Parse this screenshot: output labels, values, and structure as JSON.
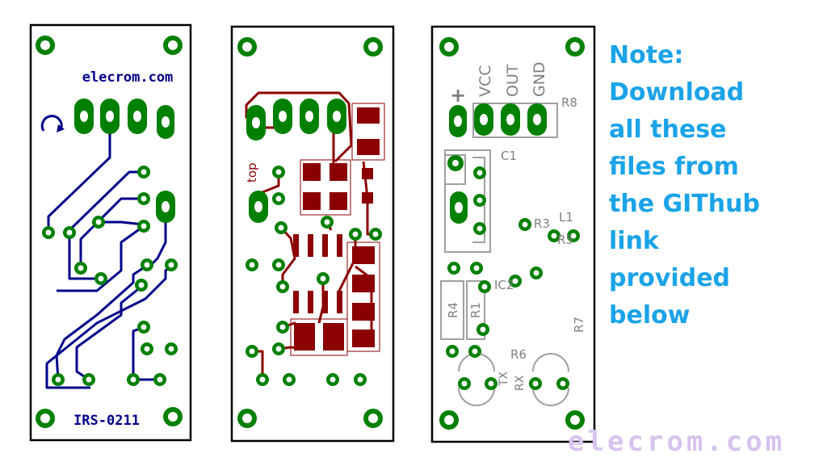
{
  "boards": {
    "bottom": {
      "brand": "elecrom.com",
      "model": "IRS-0211"
    },
    "top": {
      "layer_label": "top"
    },
    "silk": {
      "plus": "+",
      "pin_vcc": "VCC",
      "pin_out": "OUT",
      "pin_gnd": "GND",
      "r8": "R8",
      "c1": "C1",
      "r3": "R3",
      "l1": "L1",
      "r5": "R5",
      "ic2": "IC2",
      "r4": "R4",
      "r1": "R1",
      "r7": "R7",
      "r6": "R6",
      "tx": "TX",
      "rx": "RX"
    }
  },
  "note": {
    "lines": [
      "Note:",
      "Download",
      "all these",
      "files from",
      "the GIThub",
      "link",
      "provided",
      "below"
    ]
  },
  "watermark": "elecrom.com",
  "colors": {
    "pad": "#008000",
    "copper_bottom": "#00008b",
    "copper_top": "#8b0000",
    "silkscreen": "#a0a0a0",
    "note": "#1aa3e8",
    "watermark": "#d7c3ef"
  }
}
